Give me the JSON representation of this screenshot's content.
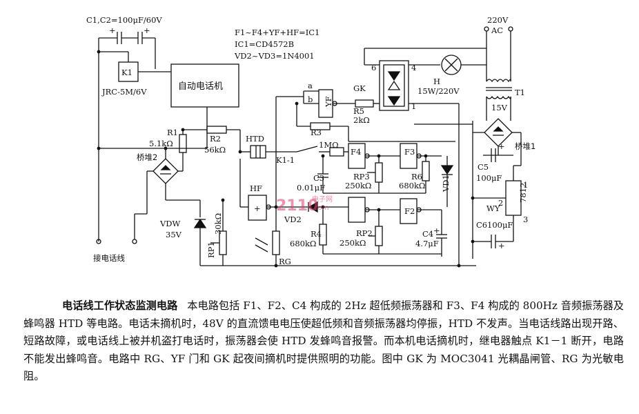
{
  "notes": {
    "caps": "C1,C2=100μF/60V",
    "gates": "F1~F4+YF+HF=IC1",
    "ic1": "IC1=CD4572B",
    "diodes": "VD2~VD3=1N4001"
  },
  "components": {
    "k1": "K1",
    "relay": "JRC-5M/6V",
    "auto_phone": "自动电话机",
    "r1": "R1",
    "r1_val": "5.1kΩ",
    "r2": "R2",
    "r2_val": "56kΩ",
    "bridge2": "桥堆2",
    "vdw": "VDW",
    "vdw_val": "35V",
    "rp1": "RP1",
    "rp1_val": "30kΩ",
    "phone_line": "接电话线",
    "htd": "HTD",
    "k1_1": "K1-1",
    "r_1m": "1MΩ",
    "hf": "HF",
    "rg": "RG",
    "yf": "YF",
    "pin_a": "a",
    "pin_b": "b",
    "gk": "GK",
    "r5": "R5",
    "r5_val": "2kΩ",
    "r3": "R3",
    "f4": "F4",
    "f3": "F3",
    "f2": "F2",
    "c3": "C3",
    "c3_val": "0.01μF",
    "rp3": "RP3",
    "rp3_val": "250kΩ",
    "r6": "R6",
    "r6_val": "680kΩ",
    "vd1": "VD1",
    "vd2": "VD2",
    "r4": "R4",
    "r4_val": "680kΩ",
    "rp2": "RP2",
    "rp2_val": "250kΩ",
    "c4": "C4",
    "c4_val": "4.7μF",
    "pin6": "6",
    "pin4": "4",
    "pin1": "1",
    "lamp": "H",
    "lamp_val": "15W/220V",
    "ac": "220V",
    "ac2": "AC",
    "t1": "T1",
    "t1_val": "15V",
    "bridge1": "桥堆1",
    "c5": "C5",
    "c5_val": "100μF",
    "reg": "7812",
    "wy": "WY",
    "reg_pin1": "1",
    "reg_pin2": "2",
    "reg_pin3": "3",
    "c6": "C6",
    "c6_val": "100μF"
  },
  "watermark": {
    "logo": "2110",
    "sub1": "电子网",
    "sub2": ".com"
  },
  "caption": {
    "title": "电话线工作状态监测电路",
    "body": "本电路包括 F1、F2、C4 构成的 2Hz 超低频振荡器和 F3、F4 构成的 800Hz 音频振荡器及蜂鸣器 HTD 等电路。电话未摘机时，48V 的直流馈电电压使超低频和音频振荡器均停振，HTD 不发声。当电话线路出现开路、短路故障，或电话线上被并机盗打电话时，振荡器会使 HTD 发蜂鸣音报警。而本机电话摘机时，继电器触点 K1－1 断开，电路不能发出蜂鸣音。电路中 RG、YF 门和 GK 起夜间摘机时提供照明的功能。图中 GK 为 MOC3041 光耦晶闸管、RG 为光敏电阻。"
  }
}
